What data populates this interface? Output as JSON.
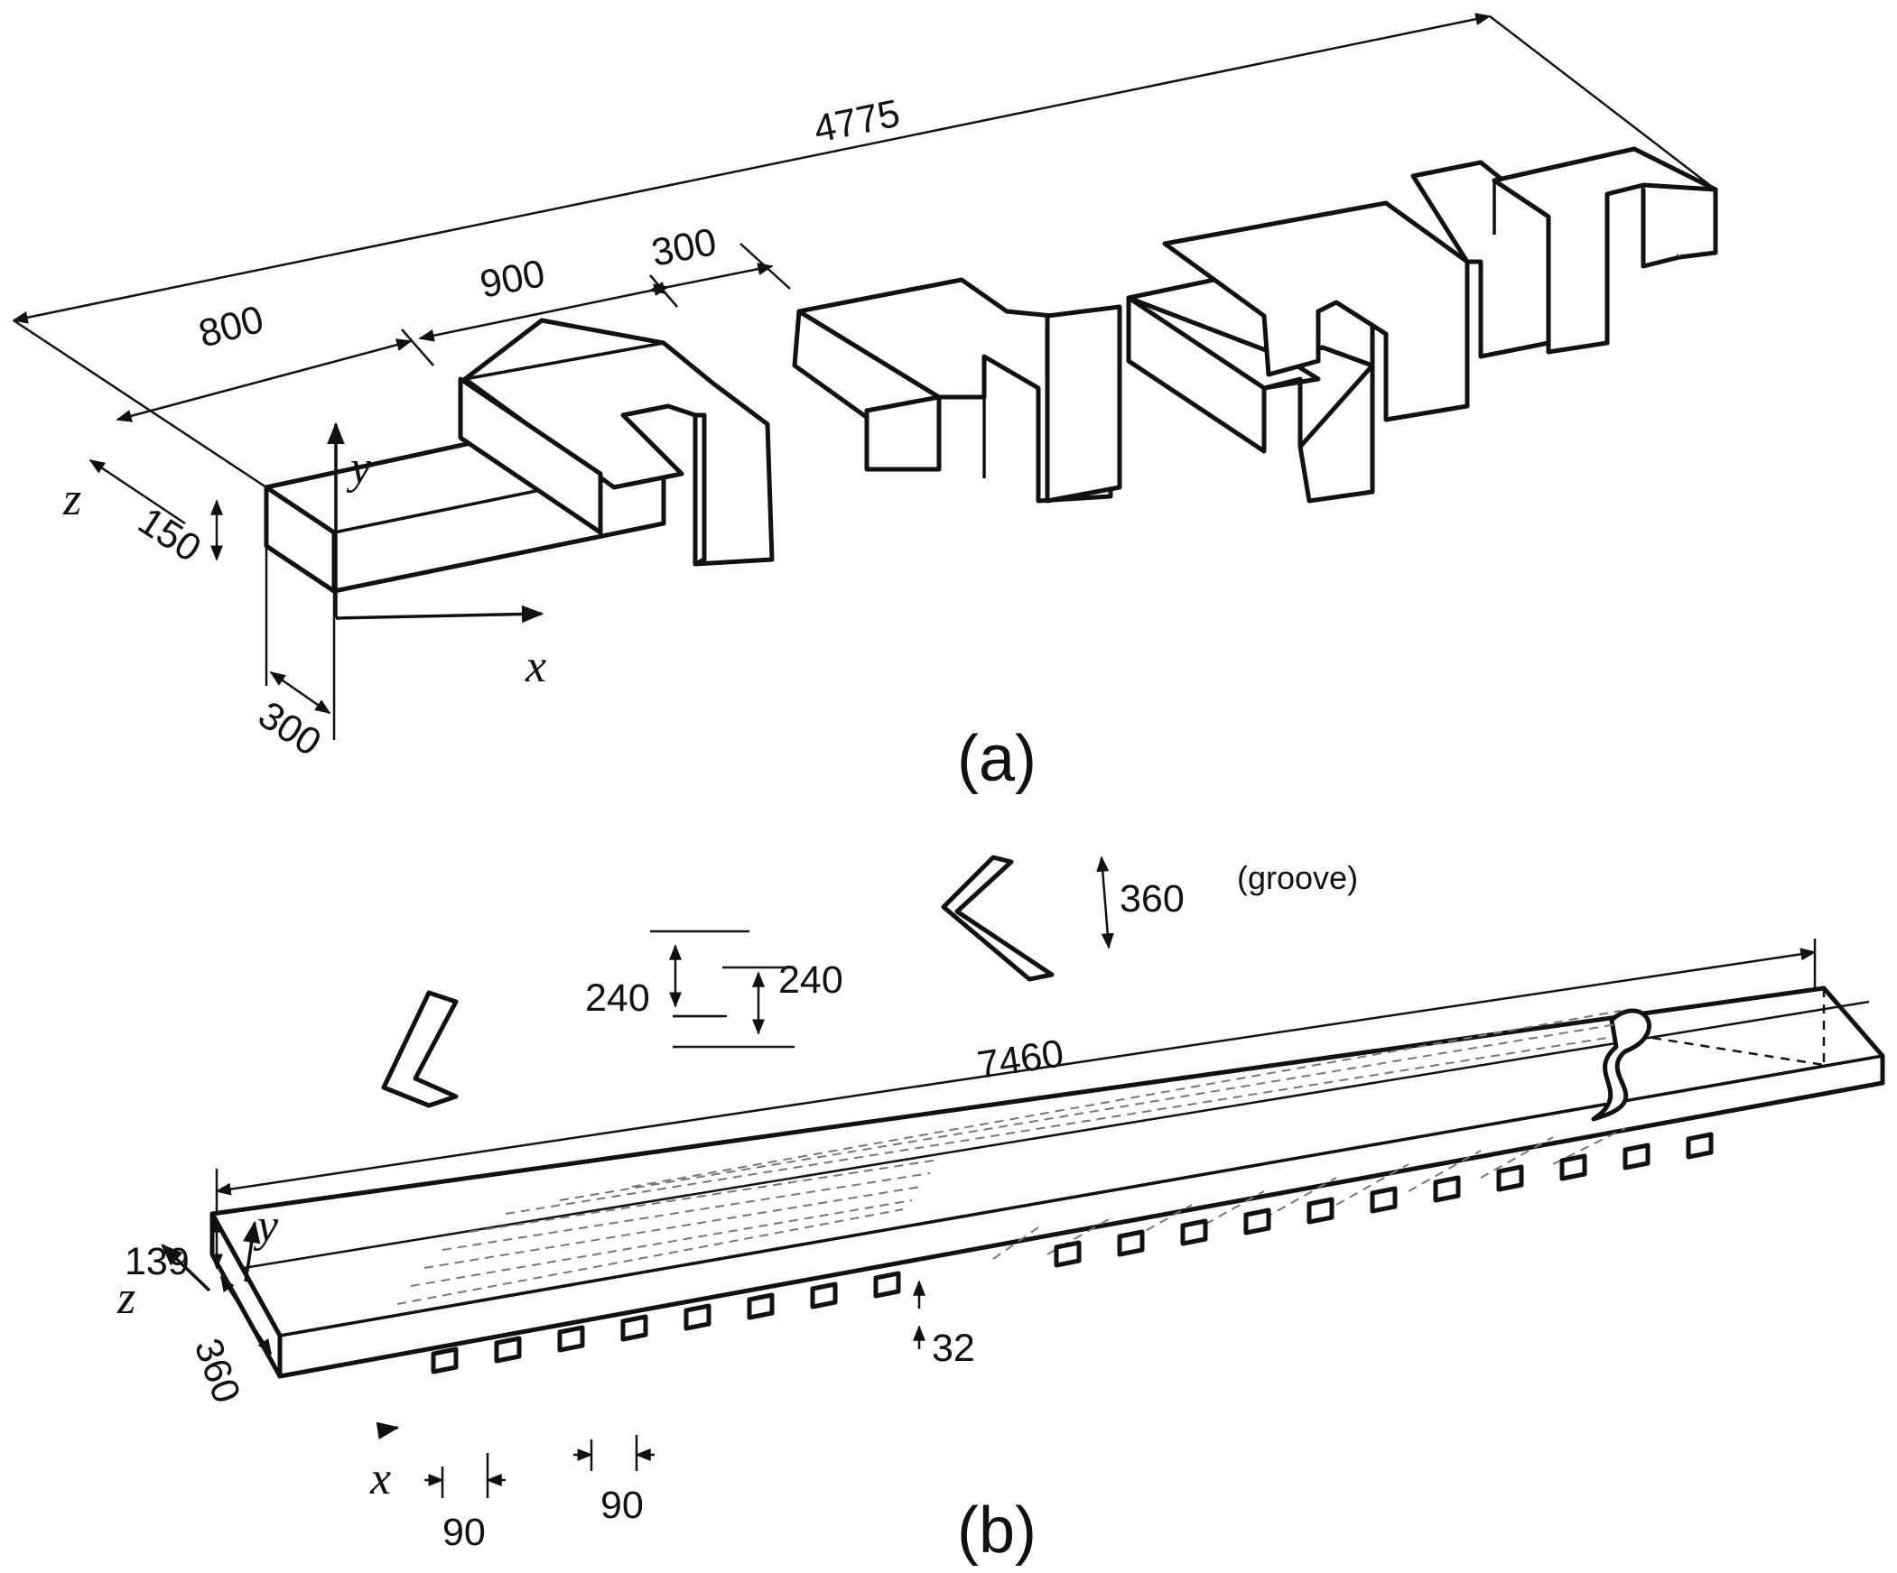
{
  "figure_a": {
    "dims": {
      "total_length": "4775",
      "lead": "800",
      "segment": "900",
      "gap": "300",
      "height": "150",
      "depth": "300"
    },
    "axes": {
      "x": "x",
      "y": "y",
      "z": "z"
    },
    "caption": "(a)"
  },
  "figure_b": {
    "dims": {
      "length": "7460",
      "groove_depth": "360",
      "groove_label": "(groove)",
      "spacing_left": "240",
      "spacing_right": "240",
      "depth_32": "32",
      "height": "139",
      "width": "360",
      "pitch_left": "90",
      "pitch_right": "90"
    },
    "axes": {
      "x": "x",
      "y": "y",
      "z": "z"
    },
    "caption": "(b)"
  }
}
